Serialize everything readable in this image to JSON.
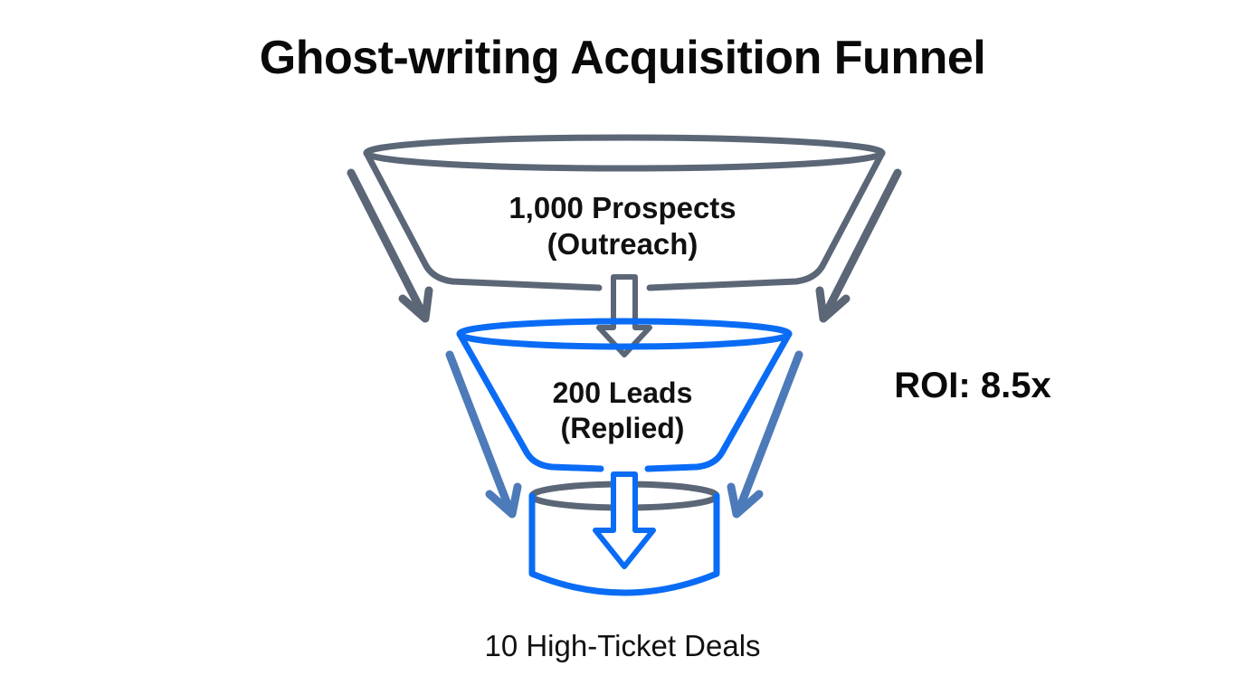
{
  "slide": {
    "title": "Ghost-writing Acquisition Funnel",
    "background_color": "#FFFFFF"
  },
  "colors": {
    "title_text": "#0A0A0A",
    "stage_text": "#111111",
    "funnel_gray": "#5B6676",
    "funnel_blue": "#0A6CF5",
    "arrow_gray": "#5B6676",
    "arrow_slate_blue": "#4D7AB8",
    "callout_text": "#0A0A0A"
  },
  "funnel": {
    "stages": [
      {
        "id": "top",
        "shape": "bowl",
        "outline_color": "#5B6676",
        "value": "1,000",
        "unit": "Prospects",
        "qualifier": "(Outreach)",
        "line1": "1,000 Prospects",
        "line2": "(Outreach)"
      },
      {
        "id": "middle",
        "shape": "bowl",
        "outline_color": "#0A6CF5",
        "value": "200",
        "unit": "Leads",
        "qualifier": "(Replied)",
        "line1": "200 Leads",
        "line2": "(Replied)"
      },
      {
        "id": "bottom",
        "shape": "cylinder",
        "outline_color": "#0A6CF5",
        "rim_color": "#5B6676",
        "value": "10",
        "unit": "High-Ticket Deals",
        "label": "10 High-Ticket Deals"
      }
    ],
    "flow_arrows": [
      {
        "id": "top-inflow-left",
        "style": "line",
        "color": "#5B6676",
        "direction": "down-right"
      },
      {
        "id": "top-inflow-right",
        "style": "line",
        "color": "#5B6676",
        "direction": "down-left"
      },
      {
        "id": "top-to-middle",
        "style": "hollow-block",
        "color": "#5B6676",
        "direction": "down"
      },
      {
        "id": "middle-inflow-left",
        "style": "line",
        "color": "#4D7AB8",
        "direction": "down-right"
      },
      {
        "id": "middle-inflow-right",
        "style": "line",
        "color": "#4D7AB8",
        "direction": "down-left"
      },
      {
        "id": "middle-to-bottom",
        "style": "hollow-block",
        "color": "#0A6CF5",
        "direction": "down"
      }
    ]
  },
  "callout": {
    "roi_label": "ROI: 8.5x"
  },
  "chart_data": {
    "type": "funnel",
    "title": "Ghost-writing Acquisition Funnel",
    "categories": [
      "Prospects (Outreach)",
      "Leads (Replied)",
      "High-Ticket Deals"
    ],
    "values": [
      1000,
      200,
      10
    ],
    "annotations": [
      "ROI: 8.5x"
    ]
  }
}
